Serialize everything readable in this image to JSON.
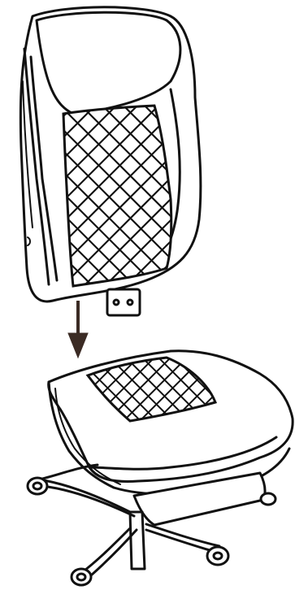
{
  "diagram": {
    "type": "assembly-illustration",
    "parts": [
      "chair-backrest",
      "chair-seat",
      "chair-base"
    ],
    "icons": [
      "down-arrow-icon",
      "mesh-panel",
      "mounting-bracket",
      "caster-wheel"
    ]
  },
  "colors": {
    "line": "#111111",
    "arrow": "#3b2b24",
    "background": "#ffffff",
    "fill": "#ffffff"
  }
}
